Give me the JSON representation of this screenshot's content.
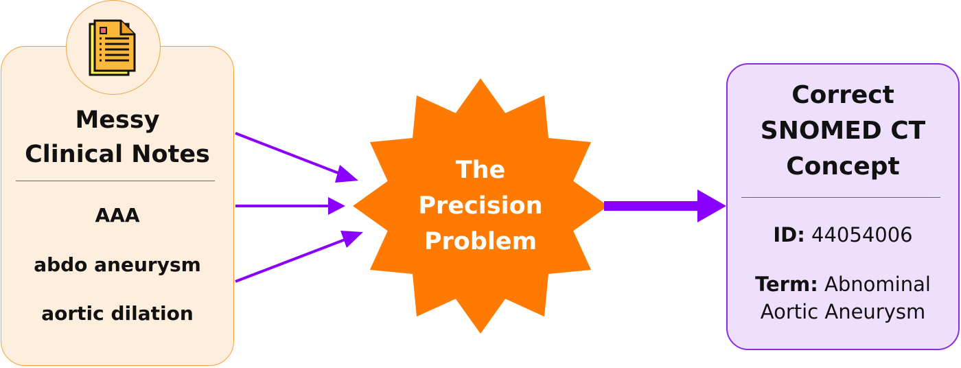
{
  "source": {
    "icon": "document-icon",
    "title_line1": "Messy",
    "title_line2": "Clinical Notes",
    "terms": [
      "AAA",
      "abdo aneurysm",
      "aortic dilation"
    ]
  },
  "process": {
    "line1": "The",
    "line2": "Precision",
    "line3": "Problem"
  },
  "result": {
    "title_line1": "Correct",
    "title_line2": "SNOMED CT",
    "title_line3": "Concept",
    "id_label": "ID:",
    "id_value": "44054006",
    "term_label": "Term:",
    "term_value_line1": "Abnominal",
    "term_value_line2": "Aortic Aneurysm"
  },
  "colors": {
    "orange": "#ff7a00",
    "purple": "#8a00ff",
    "left_bg": "#fdeedd",
    "right_bg": "#eee0fd"
  }
}
